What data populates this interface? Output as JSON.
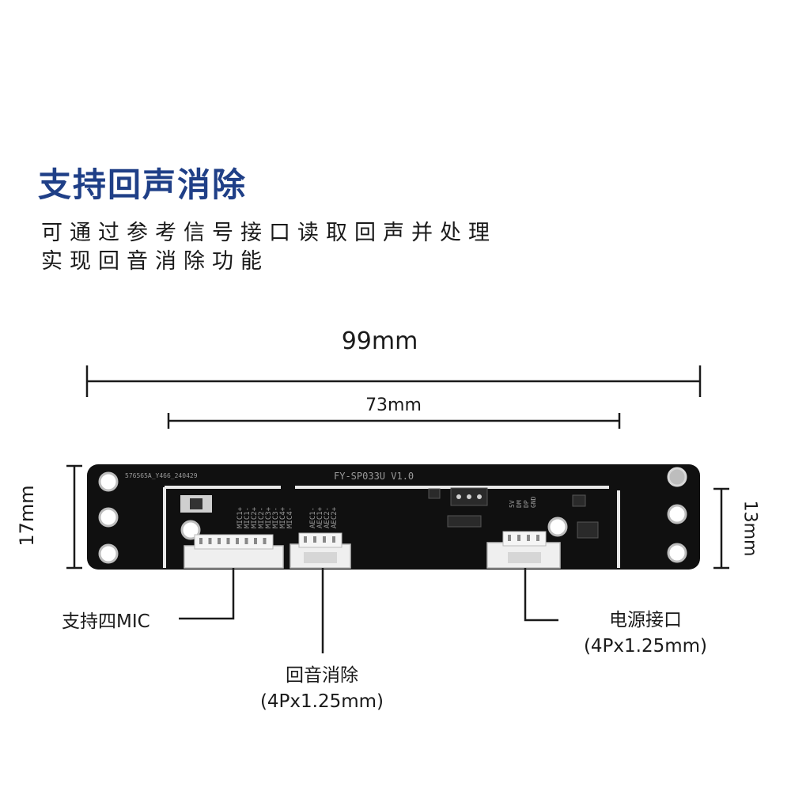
{
  "title": "支持回声消除",
  "description": [
    "可通过参考信号接口读取回声并处理",
    "实现回音消除功能"
  ],
  "dimensions": {
    "total_width": "99mm",
    "hole_spacing": "73mm",
    "board_height": "17mm",
    "inner_height": "13mm"
  },
  "callouts": {
    "mic": "支持四MIC",
    "aec": {
      "label": "回音消除",
      "spec": "(4Px1.25mm)"
    },
    "power": {
      "label": "电源接口",
      "spec": "(4Px1.25mm)"
    }
  },
  "board": {
    "model": "FY-SP033U V1.0",
    "code": "576565A_Y466_240429",
    "mic_pins": [
      "MIC1+",
      "MIC1-",
      "MIC2+",
      "MIC2-",
      "MIC3+",
      "MIC3-",
      "MIC4+",
      "MIC4-"
    ],
    "aec_pins": [
      "AEC1-",
      "AEC1+",
      "AEC2-",
      "AEC2+"
    ],
    "power_pins": [
      "5V",
      "DM",
      "DP",
      "GND"
    ]
  },
  "colors": {
    "title": "#1f3f87",
    "board": "#101010",
    "dim_line": "#1a1a1a"
  }
}
